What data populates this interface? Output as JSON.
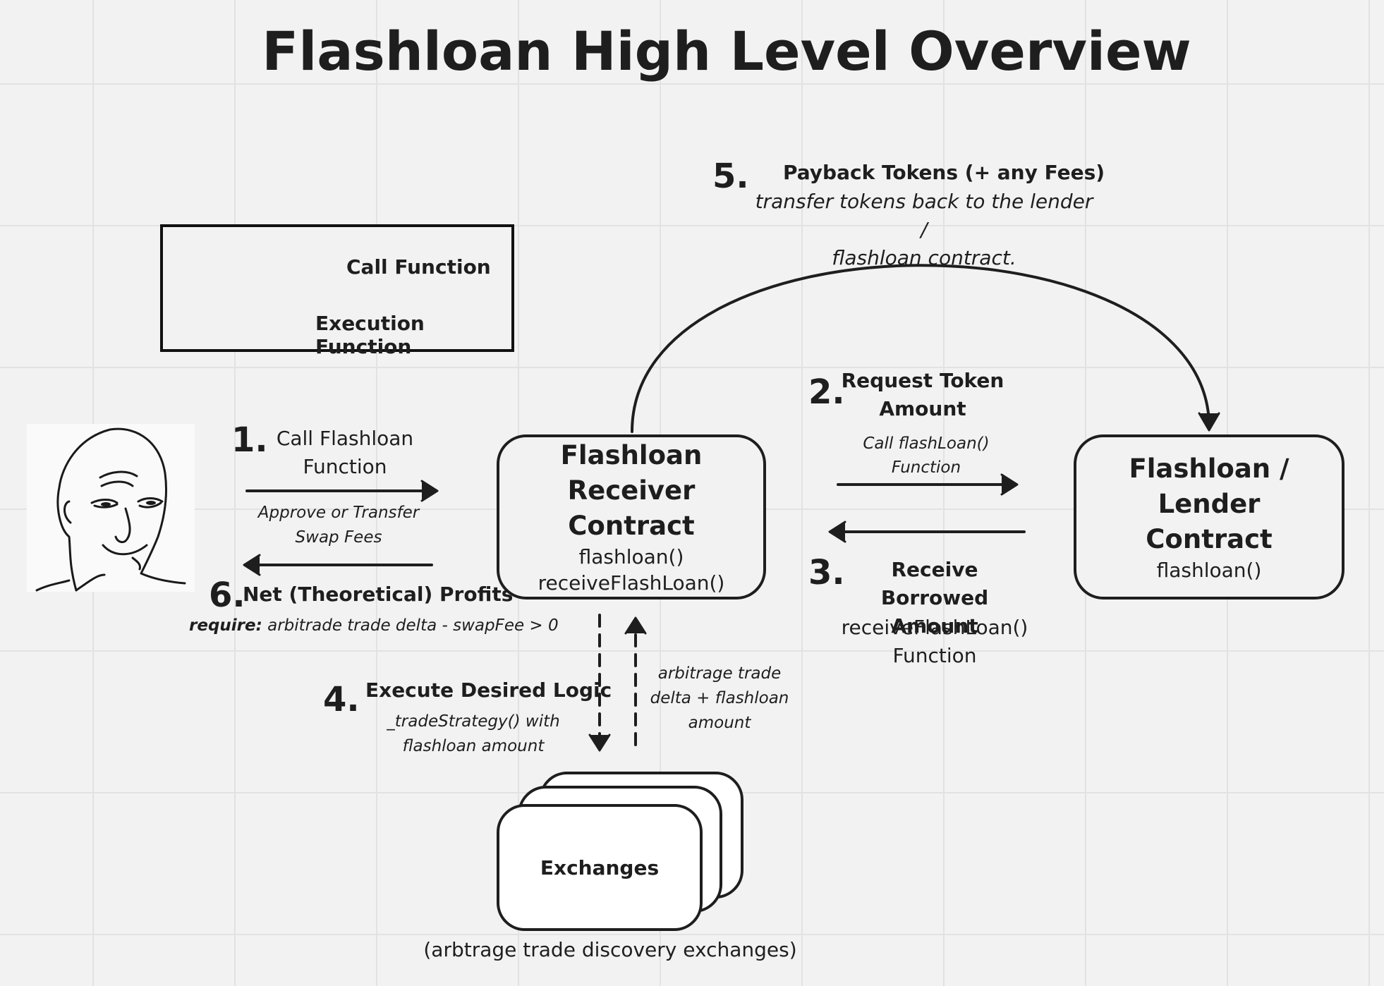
{
  "title": "Flashloan High Level Overview",
  "legend": {
    "call_label": "Call Function",
    "exec_label": "Execution Function"
  },
  "nodes": {
    "receiver": {
      "title_line1": "Flashloan Receiver",
      "title_line2": "Contract",
      "fn1": "flashloan()",
      "fn2": "receiveFlashLoan()"
    },
    "lender": {
      "title_line1": "Flashloan / Lender",
      "title_line2": "Contract",
      "fn1": "flashloan()"
    },
    "exchanges": {
      "label": "Exchanges",
      "caption": "(arbtrage trade discovery exchanges)"
    }
  },
  "steps": {
    "s1": {
      "num": "1.",
      "title_line1": "Call Flashloan",
      "title_line2": "Function",
      "note_line1": "Approve or Transfer",
      "note_line2": "Swap Fees"
    },
    "s2": {
      "num": "2.",
      "title_line1": "Request Token",
      "title_line2": "Amount",
      "note_line1": "Call flashLoan()",
      "note_line2": "Function"
    },
    "s3": {
      "num": "3.",
      "title_line1": "Receive Borrowed",
      "title_line2": "Amount",
      "sub_line1": "receiveFlashLoan()",
      "sub_line2": "Function"
    },
    "s4": {
      "num": "4.",
      "title": "Execute Desired Logic",
      "note_line1": "_tradeStrategy() with",
      "note_line2": "flashloan amount",
      "return_line1": "arbitrage trade",
      "return_line2": "delta + flashloan",
      "return_line3": "amount"
    },
    "s5": {
      "num": "5.",
      "title": "Payback Tokens (+ any Fees)",
      "note_line1": "transfer tokens back to the lender /",
      "note_line2": "flashloan contract."
    },
    "s6": {
      "num": "6.",
      "title": "Net (Theoretical) Profits",
      "require_label": "require:",
      "require_expr": " arbitrade trade delta - swapFee > 0"
    }
  },
  "icons": {
    "user": "wojak-face-icon"
  }
}
